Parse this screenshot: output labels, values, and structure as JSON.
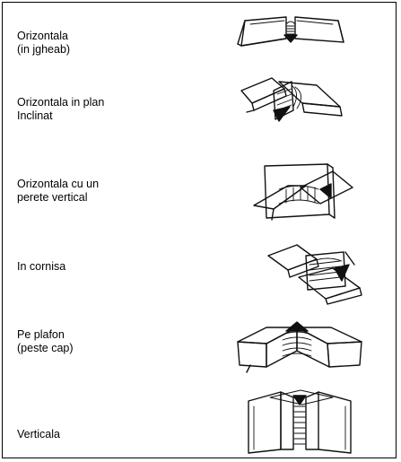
{
  "rows": [
    {
      "line1": "Orizontala",
      "line2": "(in jgheab)",
      "icon": "horizontal-groove-weld-icon"
    },
    {
      "line1": "Orizontala in plan",
      "line2": "Inclinat",
      "icon": "inclined-plane-weld-icon"
    },
    {
      "line1": "Orizontala cu un",
      "line2": "perete vertical",
      "icon": "vertical-wall-weld-icon"
    },
    {
      "line1": "In cornisa",
      "line2": "",
      "icon": "cornice-weld-icon"
    },
    {
      "line1": "Pe plafon",
      "line2": "(peste cap)",
      "icon": "overhead-weld-icon"
    },
    {
      "line1": "Verticala",
      "line2": "",
      "icon": "vertical-weld-icon"
    }
  ]
}
